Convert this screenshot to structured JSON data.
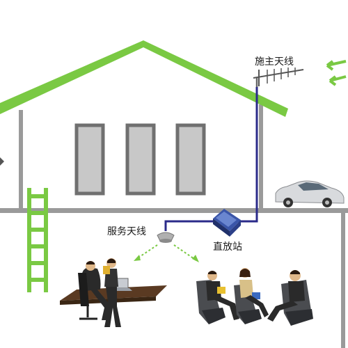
{
  "labels": {
    "donor_antenna": "施主天线",
    "service_antenna": "服务天线",
    "repeater": "直放站"
  },
  "colors": {
    "roof": "#7ac943",
    "ladder": "#7ac943",
    "cable": "#2a2a8a",
    "wall": "#9a9a9a",
    "window_fill": "#c8c8c8",
    "signal_arrow": "#7ac943"
  }
}
